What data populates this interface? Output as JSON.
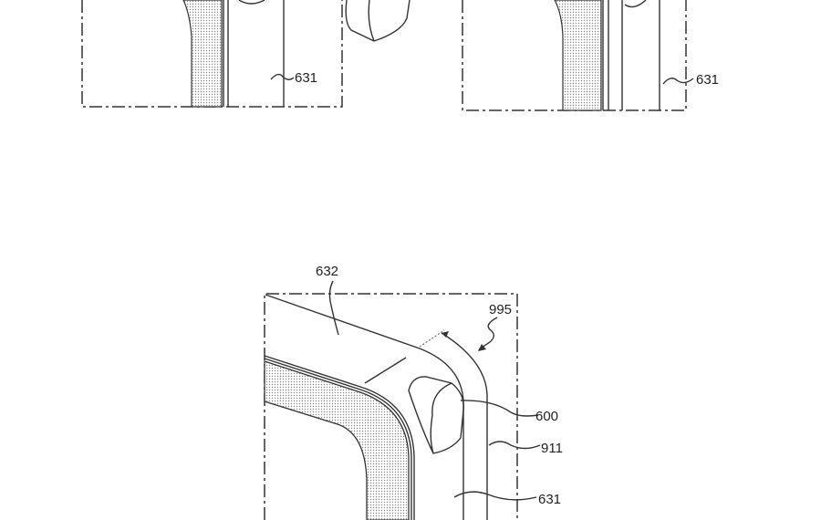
{
  "figure": {
    "top_left": {
      "labels": [
        "631"
      ]
    },
    "top_right": {
      "labels": [
        "631"
      ]
    },
    "bottom": {
      "labels": {
        "a": "632",
        "b": "995",
        "c": "600",
        "d": "911",
        "e": "631"
      }
    }
  }
}
